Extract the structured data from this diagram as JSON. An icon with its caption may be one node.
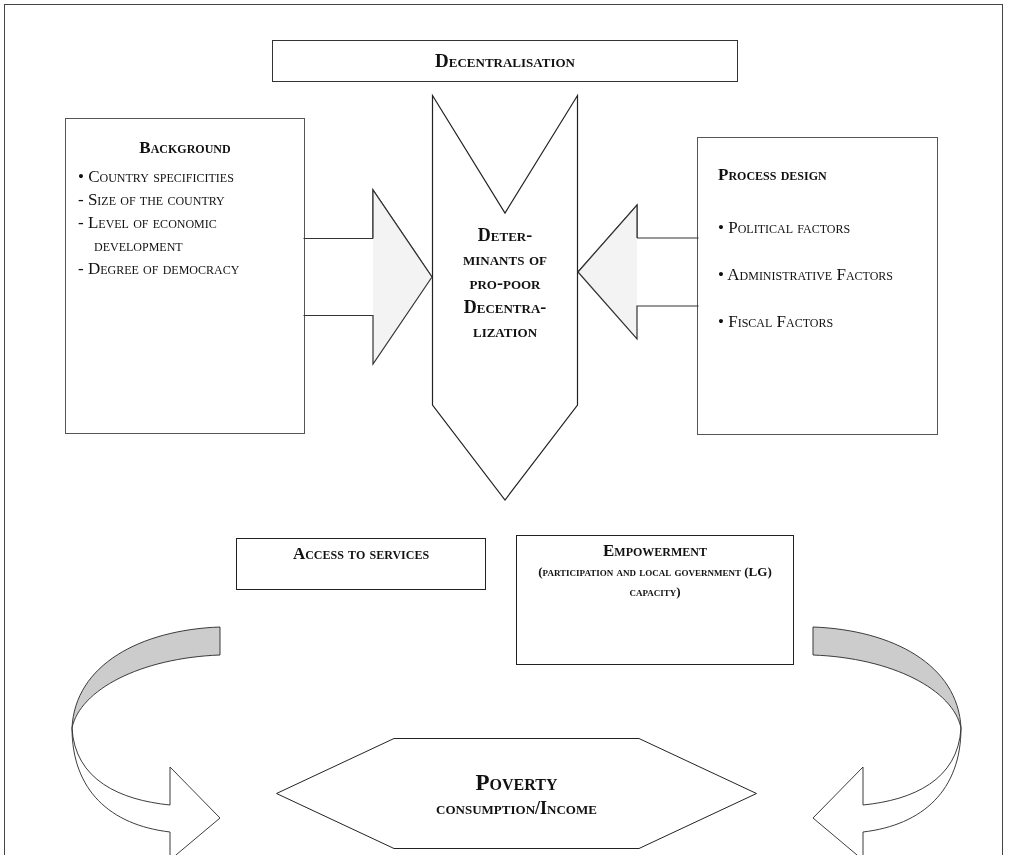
{
  "diagram": {
    "nodes": [
      {
        "text": [
          "Decentralisation"
        ]
      },
      {
        "text": [
          "Background",
          "• Country specificities",
          "- Size of the country",
          "- Level of economic development",
          "- Degree of democracy"
        ]
      },
      {
        "text": [
          "Deter- minants of pro-poor Decentra- lization"
        ]
      },
      {
        "text": [
          "Process design",
          "• Political factors",
          "• Administrative Factors",
          "• Fiscal Factors"
        ]
      },
      {
        "text": [
          "Access to services"
        ]
      },
      {
        "text": [
          "Empowerment",
          "(participation and local government (LG) capacity)"
        ]
      },
      {
        "text": [
          "Poverty",
          "consumption/Income"
        ]
      }
    ],
    "edges": [
      {
        "from": 1,
        "to": 2,
        "arrow": "to"
      },
      {
        "from": 3,
        "to": 2,
        "arrow": "to"
      },
      {
        "from": 4,
        "to": 6,
        "arrow": "to"
      },
      {
        "from": 5,
        "to": 6,
        "arrow": "to"
      }
    ]
  }
}
